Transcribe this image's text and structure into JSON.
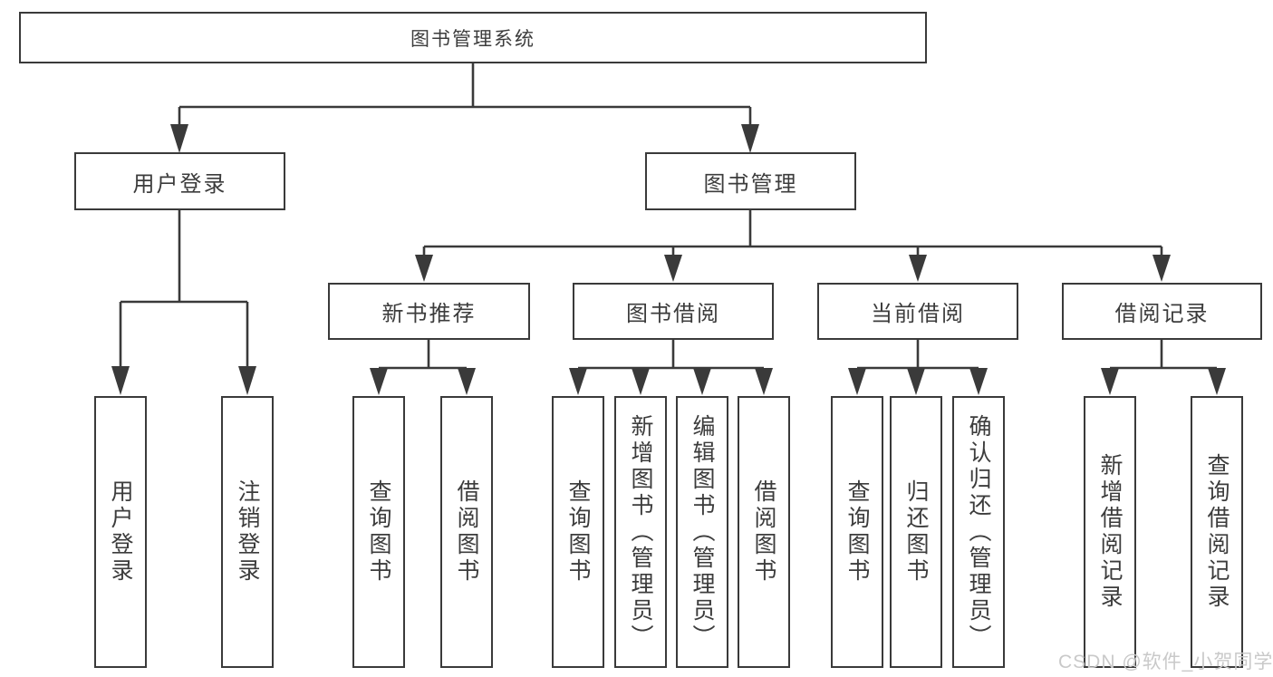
{
  "tree": {
    "root": "图书管理系统",
    "children": [
      {
        "label": "用户登录",
        "children": [
          "用户登录",
          "注销登录"
        ]
      },
      {
        "label": "图书管理",
        "children": [
          {
            "label": "新书推荐",
            "children": [
              "查询图书",
              "借阅图书"
            ]
          },
          {
            "label": "图书借阅",
            "children": [
              "查询图书",
              "新增图书（管理员）",
              "编辑图书（管理员）",
              "借阅图书"
            ]
          },
          {
            "label": "当前借阅",
            "children": [
              "查询图书",
              "归还图书",
              "确认归还（管理员）"
            ]
          },
          {
            "label": "借阅记录",
            "children": [
              "新增借阅记录",
              "查询借阅记录"
            ]
          }
        ]
      }
    ]
  },
  "watermark": "CSDN @软件_小贺同学",
  "colors": {
    "line": "#3a3a3a",
    "box_border": "#3a3a3a",
    "box_fill": "#ffffff",
    "text": "#3c3c3c",
    "watermark": "#c9c9c9"
  }
}
